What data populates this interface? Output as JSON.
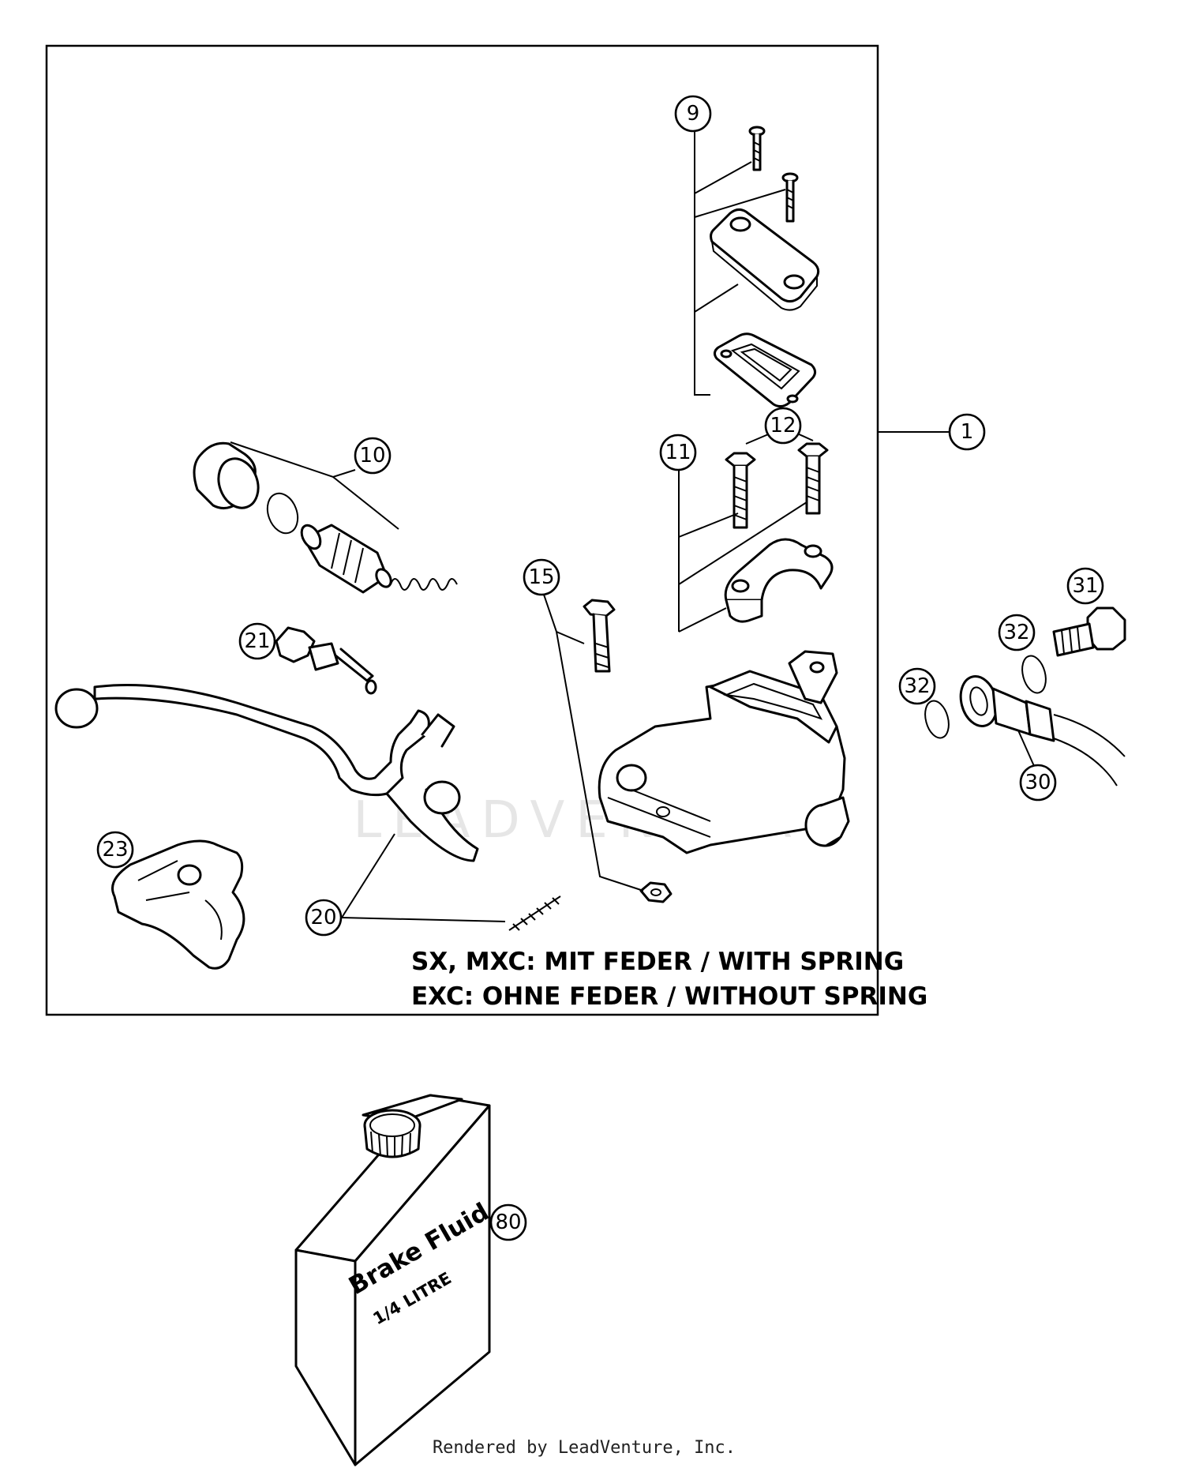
{
  "callouts": {
    "c1": "1",
    "c9": "9",
    "c10": "10",
    "c11": "11",
    "c12": "12",
    "c15": "15",
    "c20": "20",
    "c21": "21",
    "c23": "23",
    "c30": "30",
    "c31": "31",
    "c32a": "32",
    "c32b": "32",
    "c80": "80"
  },
  "notes": {
    "line1": "SX, MXC: MIT FEDER / WITH SPRING",
    "line2": "EXC: OHNE FEDER / WITHOUT SPRING"
  },
  "bottle": {
    "line1": "Brake Fluid",
    "line2": "1/4 LITRE"
  },
  "footer": "Rendered by LeadVenture, Inc.",
  "watermark": "LEADVENTURE"
}
